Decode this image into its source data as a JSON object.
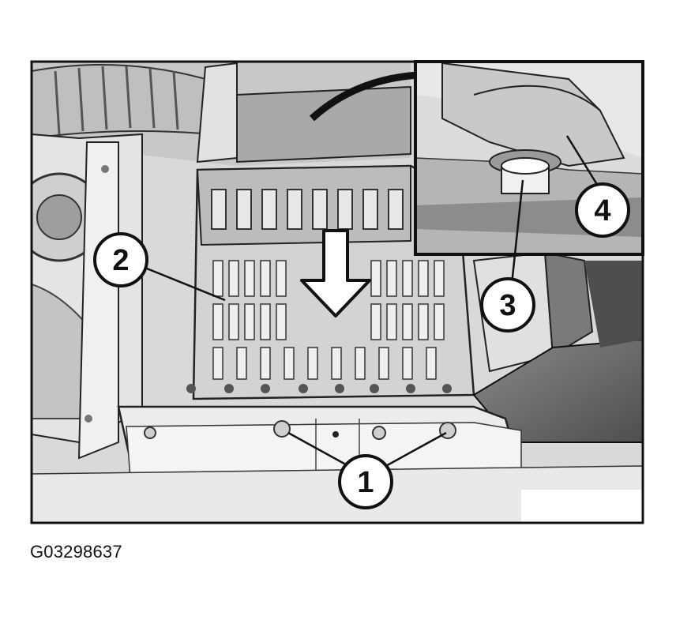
{
  "figure": {
    "caption": "G03298637",
    "callouts": [
      {
        "id": "1",
        "label": "1"
      },
      {
        "id": "2",
        "label": "2"
      },
      {
        "id": "3",
        "label": "3"
      },
      {
        "id": "4",
        "label": "4"
      }
    ],
    "colors": {
      "outline": "#111111",
      "light_gray": "#e6e6e6",
      "mid_gray": "#bdbdbd",
      "dark_gray": "#6e6e6e",
      "background": "#ffffff"
    }
  }
}
